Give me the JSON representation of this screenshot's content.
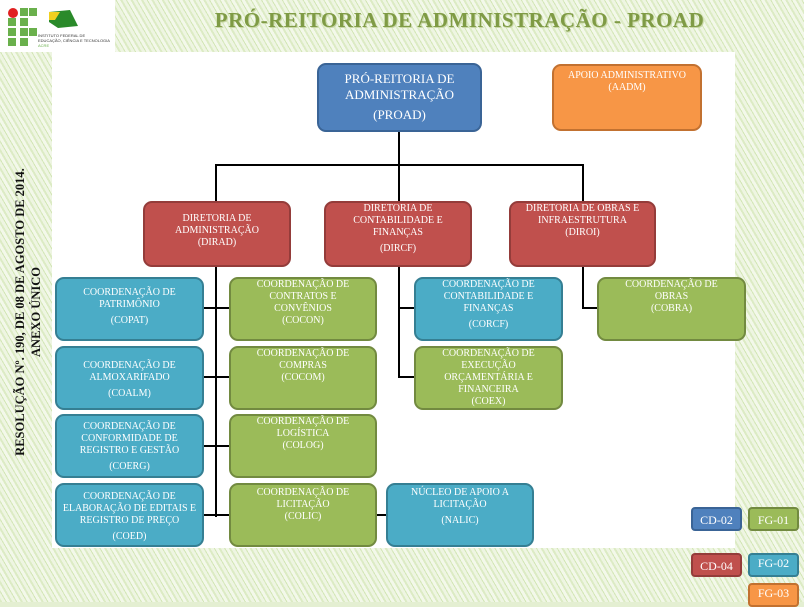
{
  "header": {
    "title": "PRÓ-REITORIA DE ADMINISTRAÇÃO - PROAD",
    "logo_text": "INSTITUTO FEDERAL DE EDUCAÇÃO, CIÊNCIA E TECNOLOGIA ACRE"
  },
  "side_text": {
    "line1": "RESOLUÇÃO Nº. 190, DE 08 DE AGOSTO DE 2014.",
    "line2": "ANEXO ÚNICO"
  },
  "units": {
    "proad": {
      "name": "PRÓ-REITORIA DE ADMINISTRAÇÃO",
      "code": "(PROAD)"
    },
    "aadm": {
      "name": "APOIO ADMINISTRATIVO",
      "code": "(AADM)"
    },
    "dirad": {
      "name": "DIRETORIA DE ADMINISTRAÇÃO",
      "code": "(DIRAD)"
    },
    "dircf": {
      "name": "DIRETORIA DE CONTABILIDADE E FINANÇAS",
      "code": "(DIRCF)"
    },
    "diroi": {
      "name": "DIRETORIA DE OBRAS E INFRAESTRUTURA",
      "code": "(DIROI)"
    },
    "copat": {
      "name": "COORDENAÇÃO DE PATRIMÔNIO",
      "code": "(COPAT)"
    },
    "coalm": {
      "name": "COORDENAÇÃO DE ALMOXARIFADO",
      "code": "(COALM)"
    },
    "coerg": {
      "name": "COORDENAÇÃO DE CONFORMIDADE DE REGISTRO E GESTÃO",
      "code": "(COERG)"
    },
    "coed": {
      "name": "COORDENAÇÃO DE ELABORAÇÃO DE EDITAIS E REGISTRO DE PREÇO",
      "code": "(COED)"
    },
    "cocon": {
      "name": "COORDENAÇÃO DE CONTRATOS E CONVÊNIOS",
      "code": "(COCON)"
    },
    "cocom": {
      "name": "COORDENAÇÃO DE COMPRAS",
      "code": "(COCOM)"
    },
    "colog": {
      "name": "COORDENAÇÃO DE LOGÍSTICA",
      "code": "(COLOG)"
    },
    "colic": {
      "name": "COORDENAÇÃO DE LICITAÇÃO",
      "code": "(COLIC)"
    },
    "nalic": {
      "name": "NÚCLEO DE APOIO A LICITAÇÃO",
      "code": "(NALIC)"
    },
    "corcf": {
      "name": "COORDENAÇÃO DE CONTABILIDADE E FINANÇAS",
      "code": "(CORCF)"
    },
    "coex": {
      "name": "COORDENAÇÃO DE EXECUÇÃO ORÇAMENTÁRIA E FINANCEIRA",
      "code": "(COEX)"
    },
    "cobra": {
      "name": "COORDENAÇÃO DE OBRAS",
      "code": "(COBRA)"
    }
  },
  "legend": {
    "cd02": "CD-02",
    "fg01": "FG-01",
    "cd04": "CD-04",
    "fg02": "FG-02",
    "fg03": "FG-03"
  },
  "colors": {
    "cd02": "#4f81bd",
    "cd04": "#c0504d",
    "fg01": "#9bbb59",
    "fg02": "#4bacc6",
    "fg03": "#f79646"
  }
}
